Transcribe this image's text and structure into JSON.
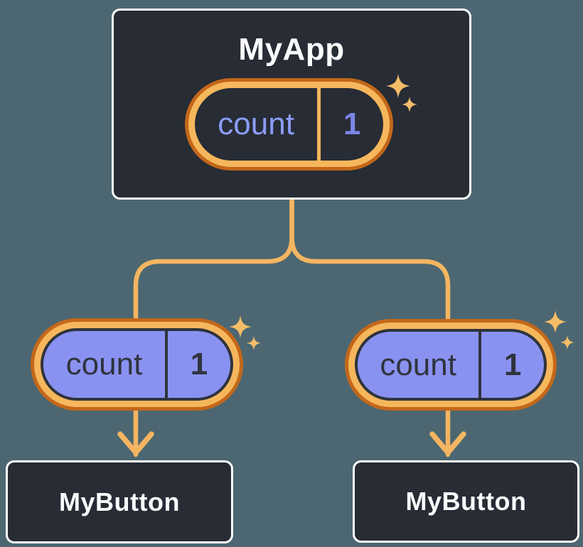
{
  "diagram": {
    "type": "react-component-tree",
    "root": {
      "label": "MyApp",
      "state": {
        "name": "count",
        "value": "1"
      }
    },
    "children": [
      {
        "label": "MyButton",
        "prop": {
          "name": "count",
          "value": "1"
        }
      },
      {
        "label": "MyButton",
        "prop": {
          "name": "count",
          "value": "1"
        }
      }
    ]
  },
  "icons": {
    "sparkle": "sparkle-icon",
    "arrow": "arrow-down-icon"
  },
  "colors": {
    "background": "#4c6771",
    "node_background": "#272c35",
    "node_border": "#ffffff",
    "node_text": "#fbfcfd",
    "pill_ring_outer": "#c3671a",
    "pill_ring_inner": "#f6b75c",
    "connector": "#f4b561",
    "state_pill_fill": "#272c35",
    "state_name_text": "#8c9df8",
    "state_value_text": "#7b85e8",
    "prop_pill_fill": "#8a92f1",
    "prop_text": "#2f343d",
    "sparkle": "#f6bd68"
  }
}
